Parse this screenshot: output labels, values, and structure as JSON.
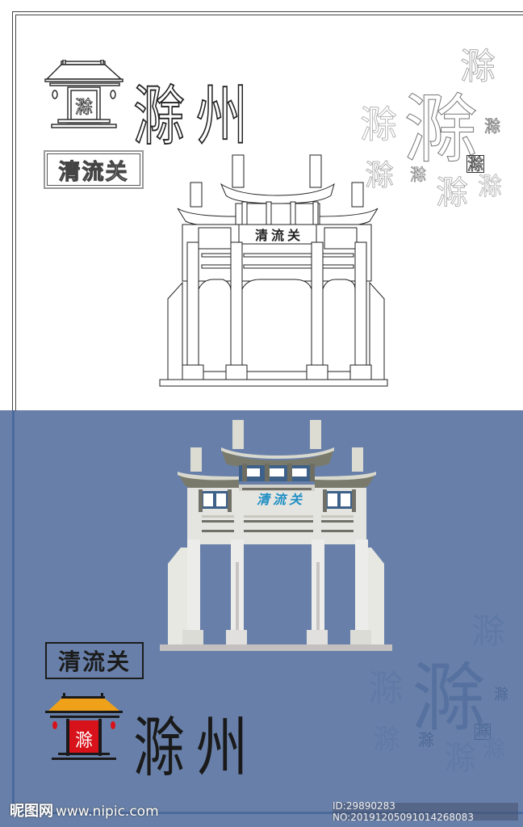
{
  "poster": {
    "title_cn": "滁州",
    "landmark_name": "清流关",
    "logo_stylized_text": "滁州",
    "seal_text": "滁",
    "gate_plaque_text": "清流关",
    "colors": {
      "top_background": "#ffffff",
      "bottom_background": "#6880a9",
      "gate_stone": "#e6e6e2",
      "gate_roof": "#7b7b6d",
      "gate_roof_top": "#d6d6cc",
      "gate_window": "#3e6189",
      "plaque_text": "#1f8fc4",
      "logo_roof": "#f0a11a",
      "logo_seal": "#d8121b",
      "frame_line": "#4a6a9c",
      "calligraphy_bg": "#5d79a6"
    }
  },
  "top_section": {
    "logo_label": "滁州",
    "badge_label": "清流关",
    "calligraphy": [
      "滁",
      "滁",
      "滁",
      "滁",
      "滁",
      "滁",
      "滁",
      "滁",
      "滁"
    ]
  },
  "bottom_section": {
    "logo_label": "滁州",
    "badge_label": "清流关",
    "calligraphy": [
      "滁",
      "滁",
      "滁",
      "滁",
      "滁",
      "滁",
      "滁",
      "滁",
      "滁"
    ]
  },
  "watermark": {
    "brand": "昵图网",
    "site": "www.nipic.com",
    "id_text": "ID:29890283 NO:20191205091014268083"
  }
}
